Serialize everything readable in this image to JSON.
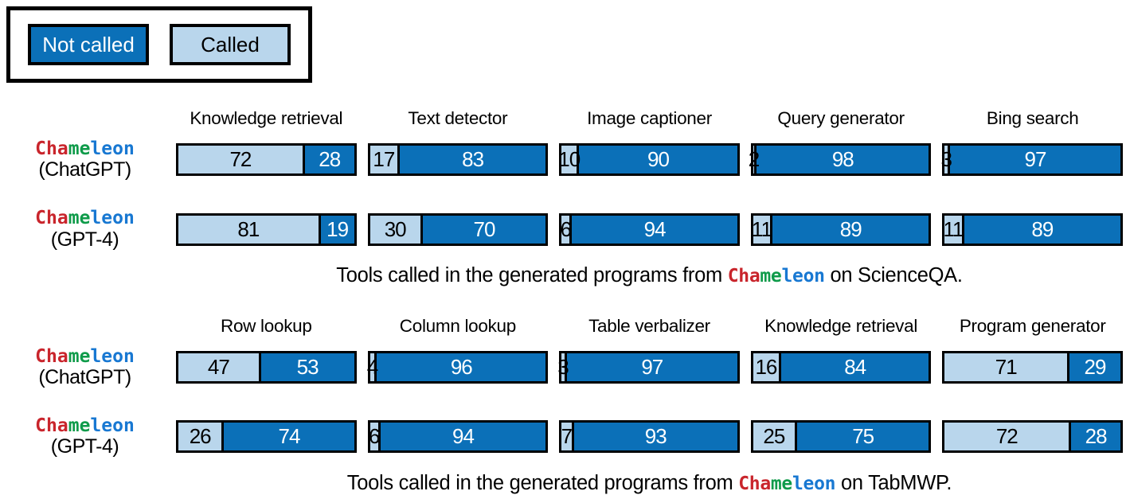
{
  "colors": {
    "bar_dark": "#0b70b8",
    "bar_light": "#b9d6ec",
    "logo_red": "#c9252c",
    "logo_green": "#0f9b4a",
    "logo_blue": "#1878d2"
  },
  "legend": {
    "not_called_label": "Not called",
    "called_label": "Called"
  },
  "logo": {
    "red": "Cha",
    "green": "me",
    "blue": "leon"
  },
  "sections": [
    {
      "tools": [
        "Knowledge retrieval",
        "Text detector",
        "Image captioner",
        "Query generator",
        "Bing search"
      ],
      "rows": [
        {
          "model": "(ChatGPT)",
          "bars": [
            {
              "called": 72,
              "not_called": 28
            },
            {
              "called": 17,
              "not_called": 83
            },
            {
              "called": 10,
              "not_called": 90
            },
            {
              "called": 2,
              "not_called": 98
            },
            {
              "called": 3,
              "not_called": 97
            }
          ]
        },
        {
          "model": "(GPT-4)",
          "bars": [
            {
              "called": 81,
              "not_called": 19
            },
            {
              "called": 30,
              "not_called": 70
            },
            {
              "called": 6,
              "not_called": 94
            },
            {
              "called": 11,
              "not_called": 89
            },
            {
              "called": 11,
              "not_called": 89
            }
          ]
        }
      ],
      "caption_prefix": "Tools called in the generated programs from",
      "caption_suffix": "on ScienceQA."
    },
    {
      "tools": [
        "Row lookup",
        "Column lookup",
        "Table verbalizer",
        "Knowledge retrieval",
        "Program generator"
      ],
      "rows": [
        {
          "model": "(ChatGPT)",
          "bars": [
            {
              "called": 47,
              "not_called": 53
            },
            {
              "called": 4,
              "not_called": 96
            },
            {
              "called": 3,
              "not_called": 97
            },
            {
              "called": 16,
              "not_called": 84
            },
            {
              "called": 71,
              "not_called": 29
            }
          ]
        },
        {
          "model": "(GPT-4)",
          "bars": [
            {
              "called": 26,
              "not_called": 74
            },
            {
              "called": 6,
              "not_called": 94
            },
            {
              "called": 7,
              "not_called": 93
            },
            {
              "called": 25,
              "not_called": 75
            },
            {
              "called": 72,
              "not_called": 28
            }
          ]
        }
      ],
      "caption_prefix": "Tools called in the generated programs from",
      "caption_suffix": "on TabMWP."
    }
  ],
  "chart_data": [
    {
      "type": "bar",
      "subtype": "stacked-horizontal-percentage",
      "title": "Tools called in the generated programs from Chameleon on ScienceQA.",
      "categories": [
        "Knowledge retrieval",
        "Text detector",
        "Image captioner",
        "Query generator",
        "Bing search"
      ],
      "groups": [
        "Chameleon (ChatGPT)",
        "Chameleon (GPT-4)"
      ],
      "series": [
        {
          "name": "Chameleon (ChatGPT) — Called",
          "values": [
            72,
            17,
            10,
            2,
            3
          ]
        },
        {
          "name": "Chameleon (ChatGPT) — Not called",
          "values": [
            28,
            83,
            90,
            98,
            97
          ]
        },
        {
          "name": "Chameleon (GPT-4) — Called",
          "values": [
            81,
            30,
            6,
            11,
            11
          ]
        },
        {
          "name": "Chameleon (GPT-4) — Not called",
          "values": [
            19,
            70,
            94,
            89,
            89
          ]
        }
      ],
      "legend": [
        "Not called",
        "Called"
      ],
      "legend_position": "top-left",
      "xlim": [
        0,
        100
      ],
      "grid": false
    },
    {
      "type": "bar",
      "subtype": "stacked-horizontal-percentage",
      "title": "Tools called in the generated programs from Chameleon on TabMWP.",
      "categories": [
        "Row lookup",
        "Column lookup",
        "Table verbalizer",
        "Knowledge retrieval",
        "Program generator"
      ],
      "groups": [
        "Chameleon (ChatGPT)",
        "Chameleon (GPT-4)"
      ],
      "series": [
        {
          "name": "Chameleon (ChatGPT) — Called",
          "values": [
            47,
            4,
            3,
            16,
            71
          ]
        },
        {
          "name": "Chameleon (ChatGPT) — Not called",
          "values": [
            53,
            96,
            97,
            84,
            29
          ]
        },
        {
          "name": "Chameleon (GPT-4) — Called",
          "values": [
            26,
            6,
            7,
            25,
            72
          ]
        },
        {
          "name": "Chameleon (GPT-4) — Not called",
          "values": [
            74,
            94,
            93,
            75,
            28
          ]
        }
      ],
      "legend": [
        "Not called",
        "Called"
      ],
      "legend_position": "top-left",
      "xlim": [
        0,
        100
      ],
      "grid": false
    }
  ]
}
